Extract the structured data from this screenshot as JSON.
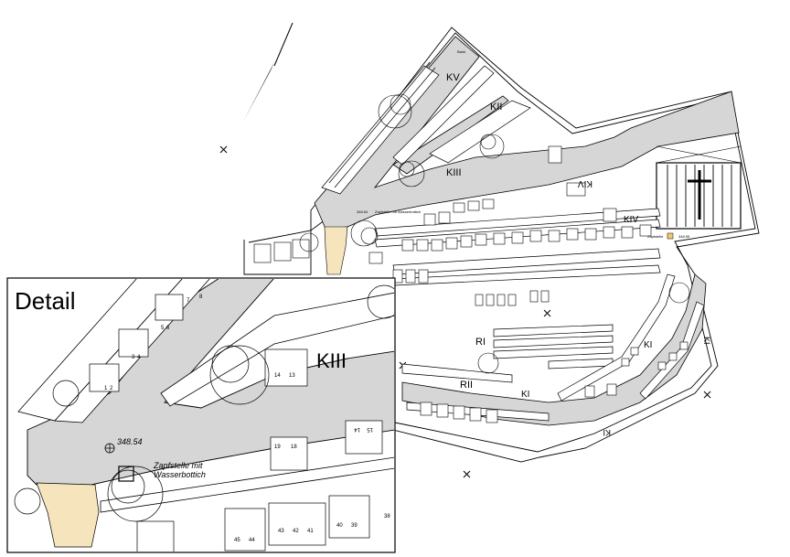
{
  "labels": {
    "kv": "KV",
    "kii": "KII",
    "kiii": "KIII",
    "kiv_a": "KIV",
    "kiv_b": "KIV",
    "ri": "RI",
    "rii": "RII",
    "ki_a": "KI",
    "ki_b": "KI",
    "ki_c": "KI",
    "ki_d": "KI"
  },
  "annotations": {
    "elevation_main": "348.54",
    "tap_main": "Zapfstelle mit Wasserbottich",
    "elevation_chapel": "348.95",
    "tap_chapel": "Zapfstelle",
    "bench": "Bank"
  },
  "detail": {
    "title": "Detail",
    "kiii": "KIII",
    "elevation": "348.54",
    "tap_line1": "Zapfstelle mit",
    "tap_line2": "Wasserbottich",
    "grave_numbers": {
      "n1": "8",
      "n2": "7",
      "n3": "6",
      "n4": "5",
      "n5": "4",
      "n6": "3",
      "n7": "2",
      "n8": "1",
      "n9": "14",
      "n10": "13",
      "n11": "14",
      "n12": "15",
      "n13": "18",
      "n14": "19",
      "n15": "45",
      "n16": "44",
      "n17": "43",
      "n18": "42",
      "n19": "41",
      "n20": "40",
      "n21": "39",
      "n22": "38"
    }
  },
  "colors": {
    "path_gray": "#d6d6d6",
    "sand": "#f6e4bd",
    "line": "#000000"
  },
  "icons": [
    "north-arrow-icon",
    "survey-cross-icon",
    "tree-icon",
    "cross-icon"
  ]
}
